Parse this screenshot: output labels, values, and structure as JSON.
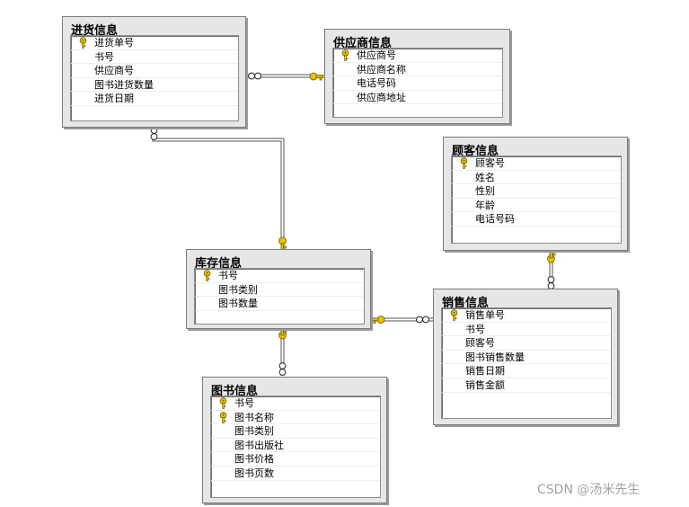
{
  "tables": {
    "purchase": {
      "title": "进货信息",
      "fields": [
        {
          "name": "进货单号",
          "key": true
        },
        {
          "name": "书号",
          "key": false
        },
        {
          "name": "供应商号",
          "key": false
        },
        {
          "name": "图书进货数量",
          "key": false
        },
        {
          "name": "进货日期",
          "key": false
        }
      ]
    },
    "supplier": {
      "title": "供应商信息",
      "fields": [
        {
          "name": "供应商号",
          "key": true
        },
        {
          "name": "供应商名称",
          "key": false
        },
        {
          "name": "电话号码",
          "key": false
        },
        {
          "name": "供应商地址",
          "key": false
        }
      ]
    },
    "customer": {
      "title": "顾客信息",
      "fields": [
        {
          "name": "顾客号",
          "key": true
        },
        {
          "name": "姓名",
          "key": false
        },
        {
          "name": "性别",
          "key": false
        },
        {
          "name": "年龄",
          "key": false
        },
        {
          "name": "电话号码",
          "key": false
        }
      ]
    },
    "inventory": {
      "title": "库存信息",
      "fields": [
        {
          "name": "书号",
          "key": true
        },
        {
          "name": "图书类别",
          "key": false
        },
        {
          "name": "图书数量",
          "key": false
        }
      ]
    },
    "sales": {
      "title": "销售信息",
      "fields": [
        {
          "name": "销售单号",
          "key": true
        },
        {
          "name": "书号",
          "key": false
        },
        {
          "name": "顾客号",
          "key": false
        },
        {
          "name": "图书销售数量",
          "key": false
        },
        {
          "name": "销售日期",
          "key": false
        },
        {
          "name": "销售金额",
          "key": false
        }
      ]
    },
    "book": {
      "title": "图书信息",
      "fields": [
        {
          "name": "书号",
          "key": true
        },
        {
          "name": "图书名称",
          "key": true
        },
        {
          "name": "图书类别",
          "key": false
        },
        {
          "name": "图书出版社",
          "key": false
        },
        {
          "name": "图书价格",
          "key": false
        },
        {
          "name": "图书页数",
          "key": false
        }
      ]
    }
  },
  "watermark": "CSDN @汤米先生",
  "colors": {
    "key": "#e8c400",
    "line": "#555555",
    "panel": "#e6e6e6"
  }
}
